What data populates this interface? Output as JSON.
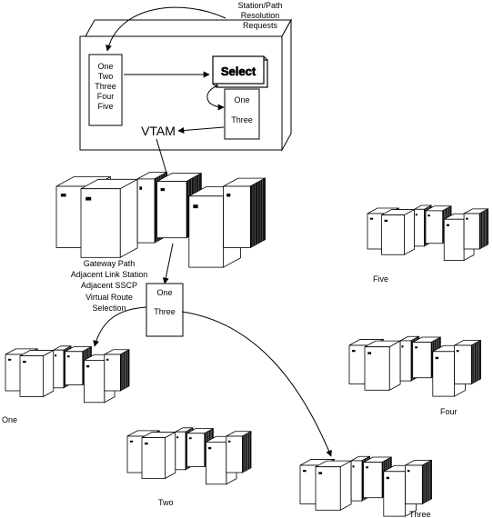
{
  "request_label": [
    "Station/Path",
    "Resolution",
    "Requests"
  ],
  "candidate_list": [
    "One",
    "Two",
    "Three",
    "Four",
    "Five"
  ],
  "select_label": "Select",
  "selected_list": [
    "One",
    "Three"
  ],
  "vtam_label": "VTAM",
  "gateway_label": [
    "Gateway Path",
    "Adjacent Link Station",
    "Adjacent SSCP",
    "Virtual Route",
    "Selection"
  ],
  "route_list": [
    "One",
    "Three"
  ],
  "hosts": {
    "one": "One",
    "two": "Two",
    "three": "Three",
    "four": "Four",
    "five": "Five"
  }
}
